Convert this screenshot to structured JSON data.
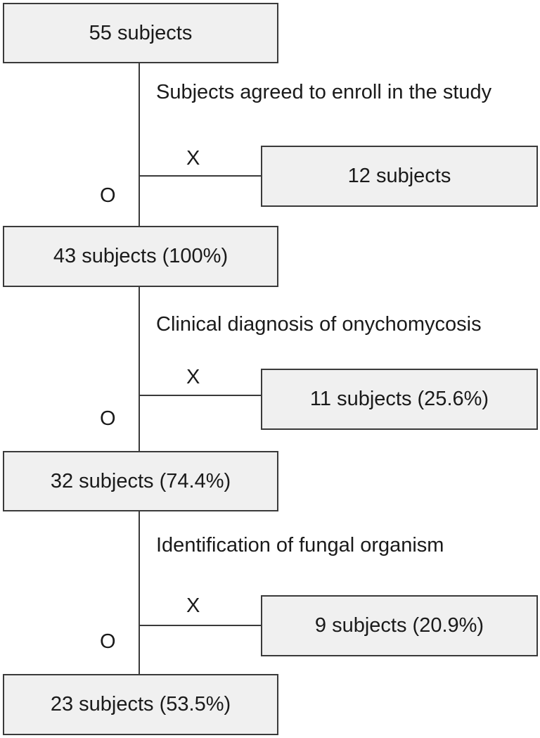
{
  "flowchart": {
    "stages": [
      {
        "text": "55 subjects"
      },
      {
        "text": "43 subjects (100%)"
      },
      {
        "text": "32 subjects (74.4%)"
      },
      {
        "text": "23 subjects (53.5%)"
      }
    ],
    "criteria": [
      {
        "text": "Subjects agreed to enroll in the study",
        "no_mark": "X",
        "yes_mark": "O",
        "excluded": "12 subjects"
      },
      {
        "text": "Clinical diagnosis of onychomycosis",
        "no_mark": "X",
        "yes_mark": "O",
        "excluded": "11 subjects (25.6%)"
      },
      {
        "text": "Identification of fungal organism",
        "no_mark": "X",
        "yes_mark": "O",
        "excluded": "9 subjects (20.9%)"
      }
    ]
  }
}
